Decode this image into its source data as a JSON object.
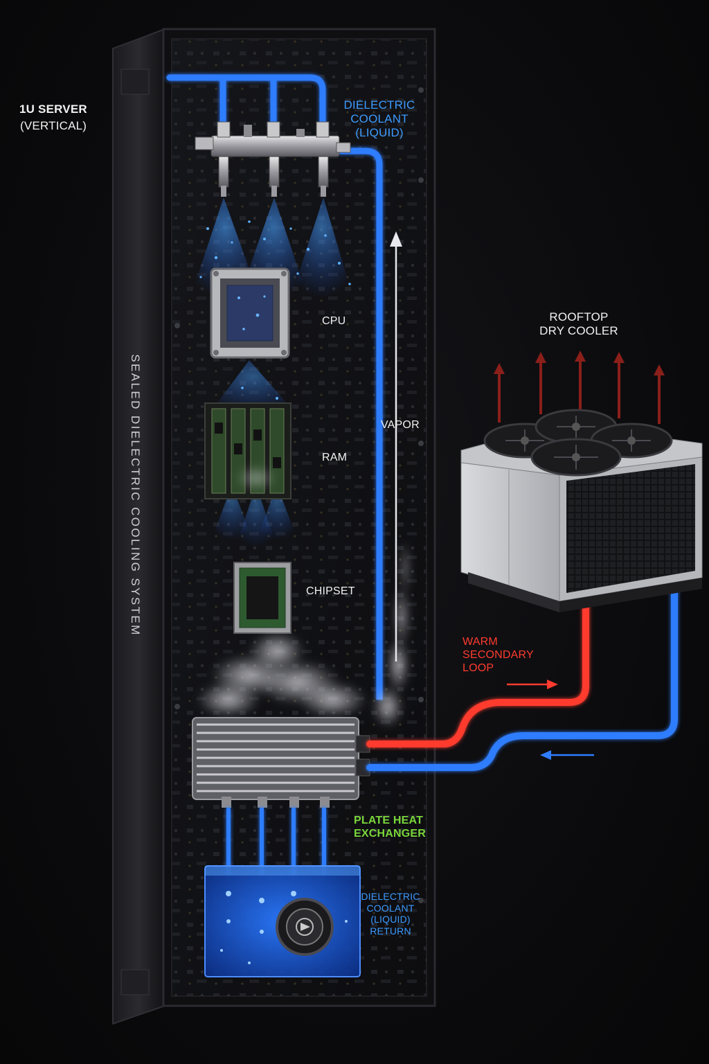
{
  "labels": {
    "server_title": "1U SERVER",
    "server_subtitle": "(VERTICAL)",
    "side_text": "SEALED DIELECTRIC COOLING SYSTEM",
    "coolant_line1": "DIELECTRIC",
    "coolant_line2": "COOLANT",
    "coolant_line3": "(LIQUID)",
    "cpu": "CPU",
    "ram": "RAM",
    "chipset": "CHIPSET",
    "vapor": "VAPOR",
    "rooftop_line1": "ROOFTOP",
    "rooftop_line2": "DRY COOLER",
    "warm_line1": "WARM",
    "warm_line2": "SECONDARY",
    "warm_line3": "LOOP",
    "phe_line1": "PLATE HEAT",
    "phe_line2": "EXCHANGER",
    "return_line1": "DIELECTRIC",
    "return_line2": "COOLANT",
    "return_line3": "(LIQUID)",
    "return_line4": "RETURN"
  },
  "colors": {
    "coolant_blue": "#2f7dff",
    "warm_red": "#ff3b2f",
    "exchanger_green": "#7ad63b",
    "vapor_white": "#e8e8ee"
  },
  "icons": {
    "fans": "fan-icon",
    "pump": "pump-icon",
    "flow_arrows": "arrow-icon"
  }
}
